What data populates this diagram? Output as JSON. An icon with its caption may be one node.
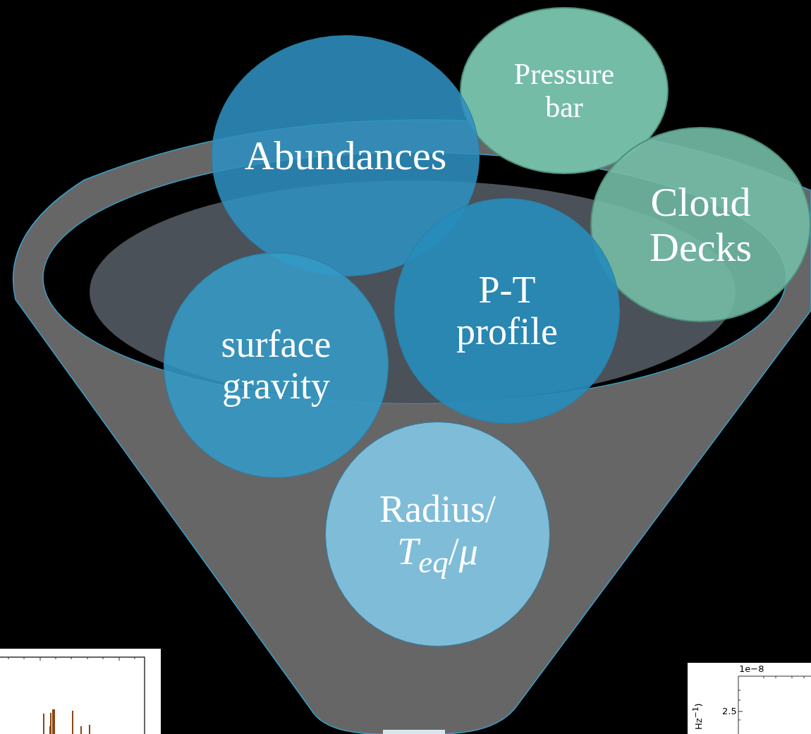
{
  "diagram": {
    "nodes": [
      {
        "text": [
          "Abundances"
        ]
      },
      {
        "text": [
          "Pressure bar"
        ]
      },
      {
        "text": [
          "Cloud Decks"
        ]
      },
      {
        "text": [
          "P-T profile"
        ]
      },
      {
        "text": [
          "surface gravity"
        ]
      },
      {
        "text": [
          "Radius/ *T*$_{eq}$/*μ*"
        ]
      }
    ],
    "edges": [],
    "labels": [
      "1e−8",
      "Hz$^{−1}$)",
      "2.5"
    ]
  }
}
